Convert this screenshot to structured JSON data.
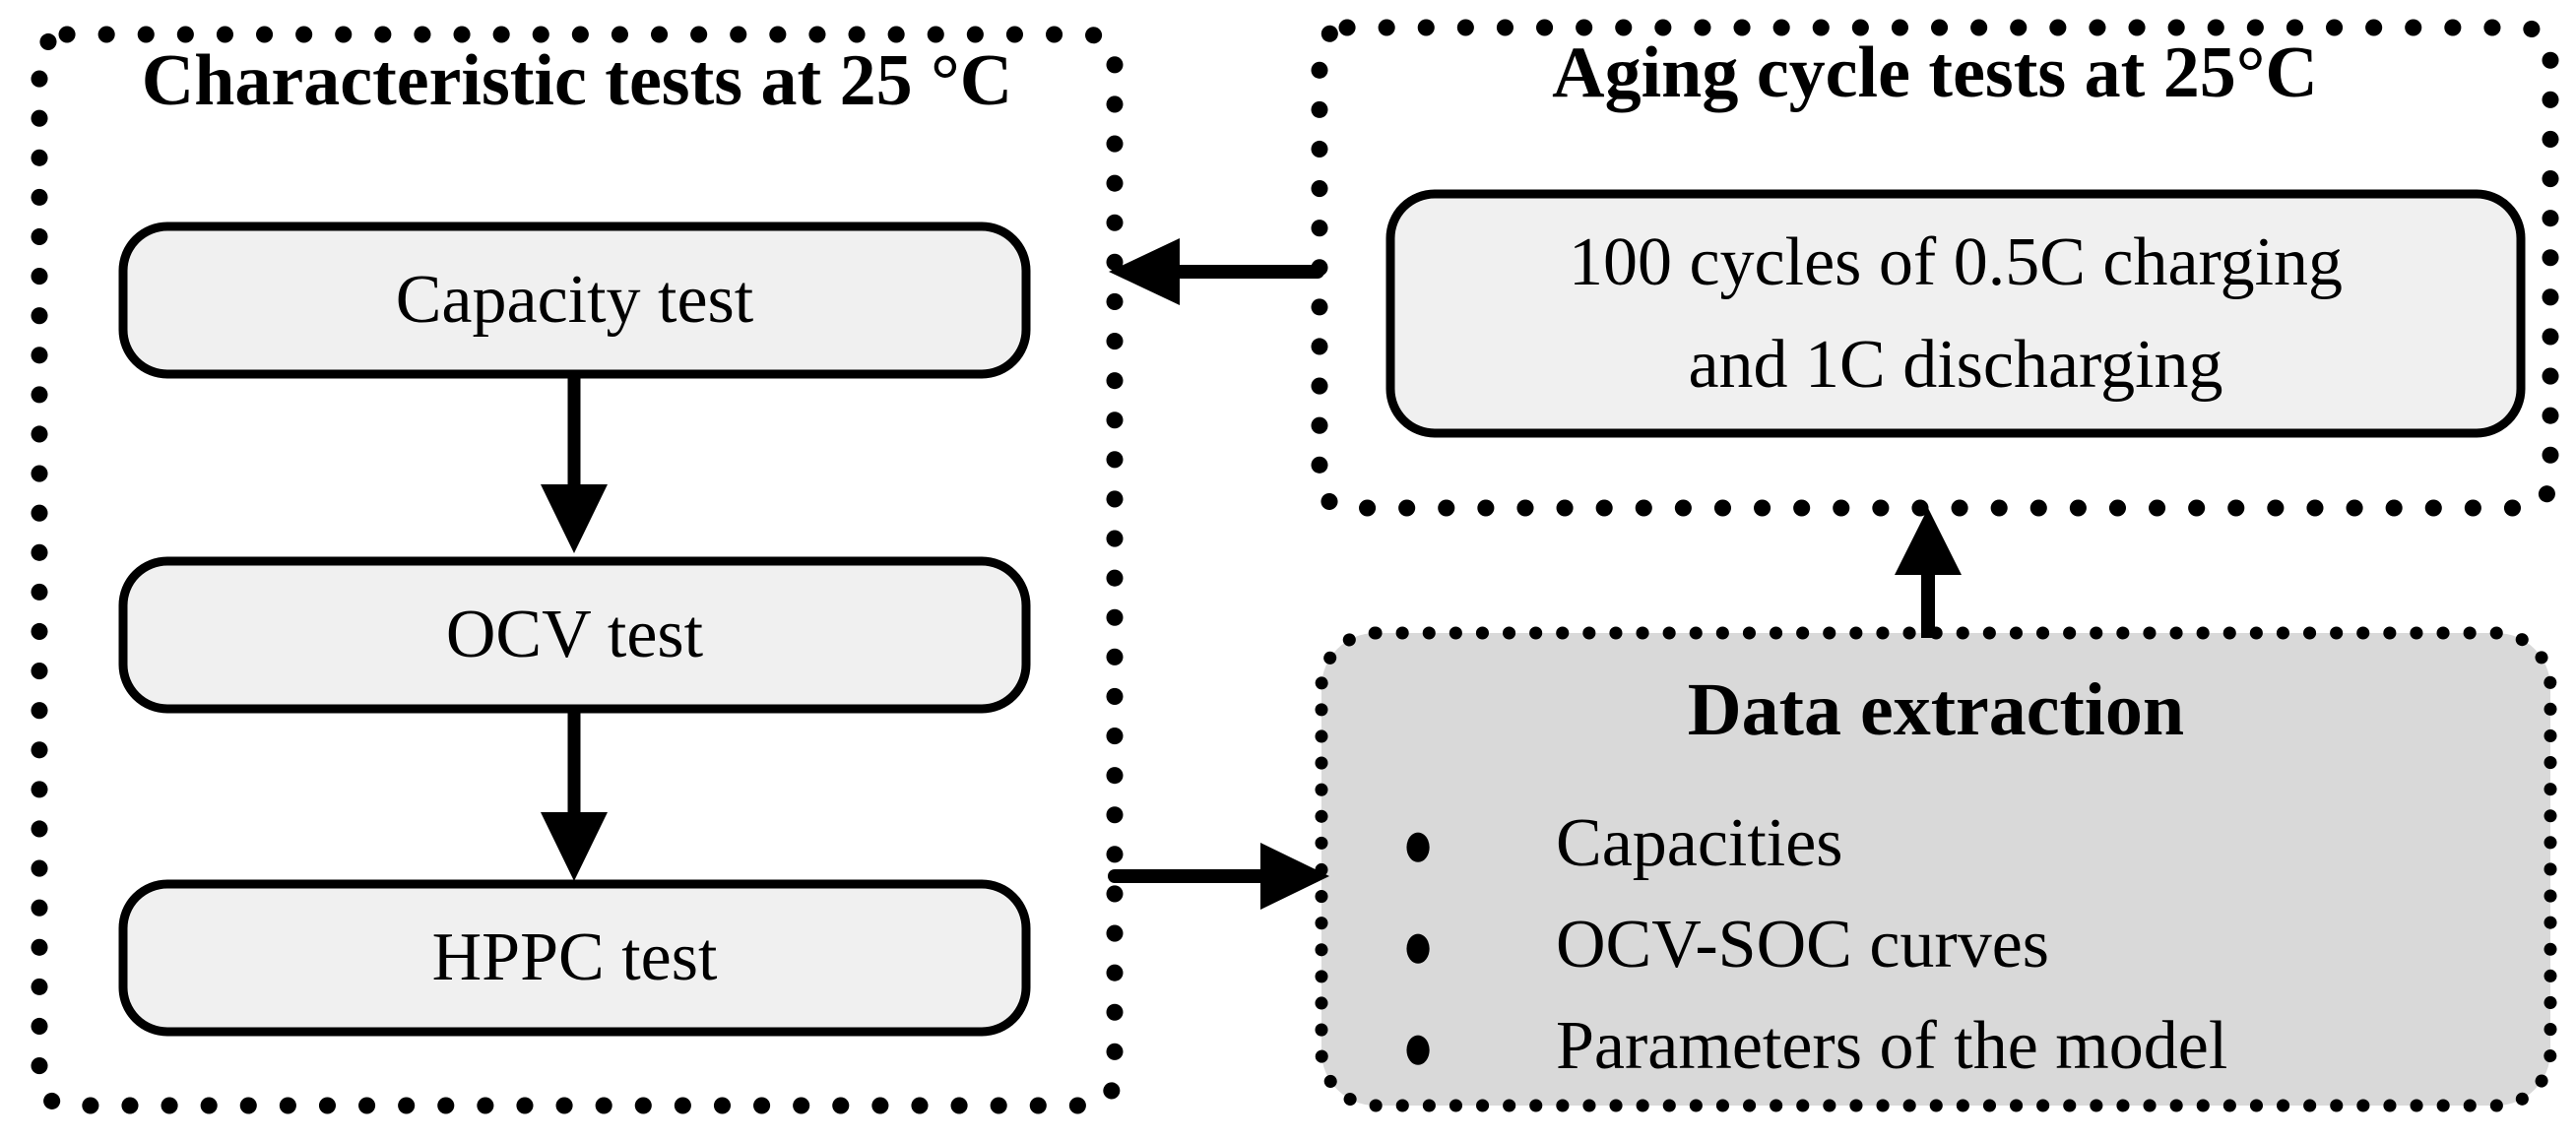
{
  "figure": {
    "type": "flowchart"
  },
  "colors": {
    "background": "#ffffff",
    "stroke": "#000000",
    "text": "#000000",
    "process_box_fill": "#f0f0f0",
    "data_panel_fill": "#d9d9d9"
  },
  "glyphs": {
    "bullet": "●"
  },
  "panels": {
    "characteristic": {
      "title": "Characteristic tests at 25 °C",
      "boxes": [
        {
          "label": "Capacity test"
        },
        {
          "label": "OCV test"
        },
        {
          "label": "HPPC test"
        }
      ]
    },
    "aging": {
      "title": "Aging cycle tests at 25°C",
      "box": {
        "line1": "100 cycles of 0.5C charging",
        "line2": "and 1C discharging"
      }
    },
    "data_extraction": {
      "title": "Data extraction",
      "items": [
        {
          "label": "Capacities"
        },
        {
          "label": "OCV-SOC curves"
        },
        {
          "label": "Parameters of the model"
        }
      ]
    }
  },
  "flow": [
    {
      "from": "capacity-test",
      "to": "ocv-test"
    },
    {
      "from": "ocv-test",
      "to": "hppc-test"
    },
    {
      "from": "aging-cycle-tests",
      "to": "characteristic-tests"
    },
    {
      "from": "characteristic-tests",
      "to": "data-extraction"
    },
    {
      "from": "data-extraction",
      "to": "aging-cycle-tests"
    }
  ]
}
